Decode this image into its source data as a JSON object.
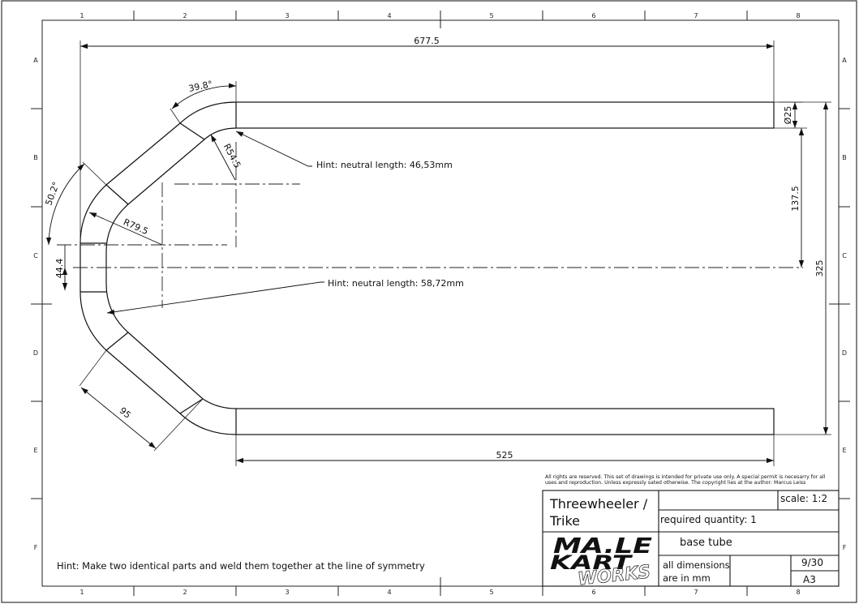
{
  "grid": {
    "columns": [
      "1",
      "2",
      "3",
      "4",
      "5",
      "6",
      "7",
      "8"
    ],
    "rows": [
      "A",
      "B",
      "C",
      "D",
      "E",
      "F"
    ]
  },
  "dimensions": {
    "overall_length": "677.5",
    "straight_length": "525",
    "tube_diameter": "Ø25",
    "height_total": "325",
    "height_half": "137.5",
    "offset": "44.4",
    "angle_upper": "39.8°",
    "angle_lower": "50.2°",
    "radius_small": "R54.5",
    "radius_large": "R79.5",
    "segment_length": "95"
  },
  "hints": {
    "upper": "Hint: neutral length: 46,53mm",
    "lower": "Hint: neutral length: 58,72mm",
    "main": "Hint: Make two identical parts and weld them together at the line of symmetry"
  },
  "title_block": {
    "rights": "All rights are reserved. This set of drawings is intended for private use only. A special permit is necesarry for all uses and reproduction. Unless expressly sated otherwise. The copyright lies at the author: Marcus Leiss",
    "title": "Threewheeler / Trike",
    "scale": "scale: 1:2",
    "quantity": "required quantity: 1",
    "part_name": "base tube",
    "units": "all dimensions are in mm",
    "sheet": "9/30",
    "format": "A3",
    "logo_text": [
      "MA.LE",
      "KART",
      "WORKS"
    ]
  }
}
